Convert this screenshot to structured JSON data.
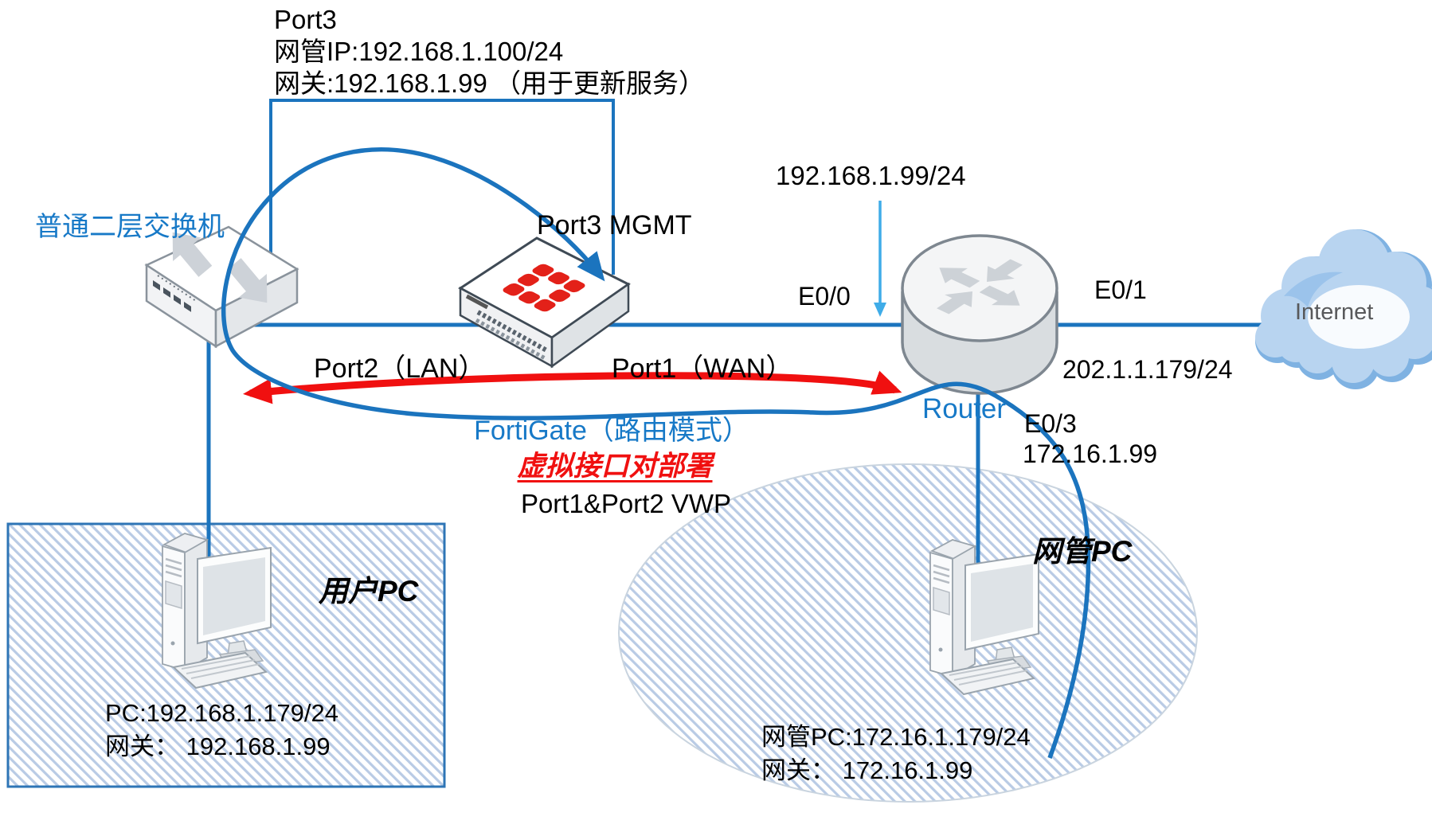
{
  "diagram": {
    "port3_block": {
      "line1": "Port3",
      "line2": "网管IP:192.168.1.100/24",
      "line3": "网关:192.168.1.99 （用于更新服务）"
    },
    "switch": {
      "label": "普通二层交换机"
    },
    "fortigate": {
      "port_label": "Port3 MGMT",
      "mode_label": "FortiGate（路由模式）",
      "deploy_label": "虚拟接口对部署",
      "vwp_label": "Port1&Port2 VWP",
      "lan_port": "Port2（LAN）",
      "wan_port": "Port1（WAN）"
    },
    "router": {
      "label": "Router",
      "e00": "E0/0",
      "e01": "E0/1",
      "e03": "E0/3",
      "link_ip": "192.168.1.99/24",
      "wan_ip": "202.1.1.179/24",
      "e03_ip": "172.16.1.99"
    },
    "internet": {
      "label": "Internet"
    },
    "user_pc": {
      "title": "用户PC",
      "ip": "PC:192.168.1.179/24",
      "gateway": "网关： 192.168.1.99"
    },
    "mgmt_pc": {
      "title": "网管PC",
      "ip": "网管PC:172.16.1.179/24",
      "gateway": "网关： 172.16.1.99"
    }
  },
  "colors": {
    "line_blue": "#1B74BE",
    "light_blue": "#3FACE8",
    "red": "#F01010",
    "label_blue": "#1779C7",
    "hatch_blue": "#B9CBE5",
    "zone_border_blue": "#2E75B6",
    "fortinet_red": "#E32119"
  }
}
